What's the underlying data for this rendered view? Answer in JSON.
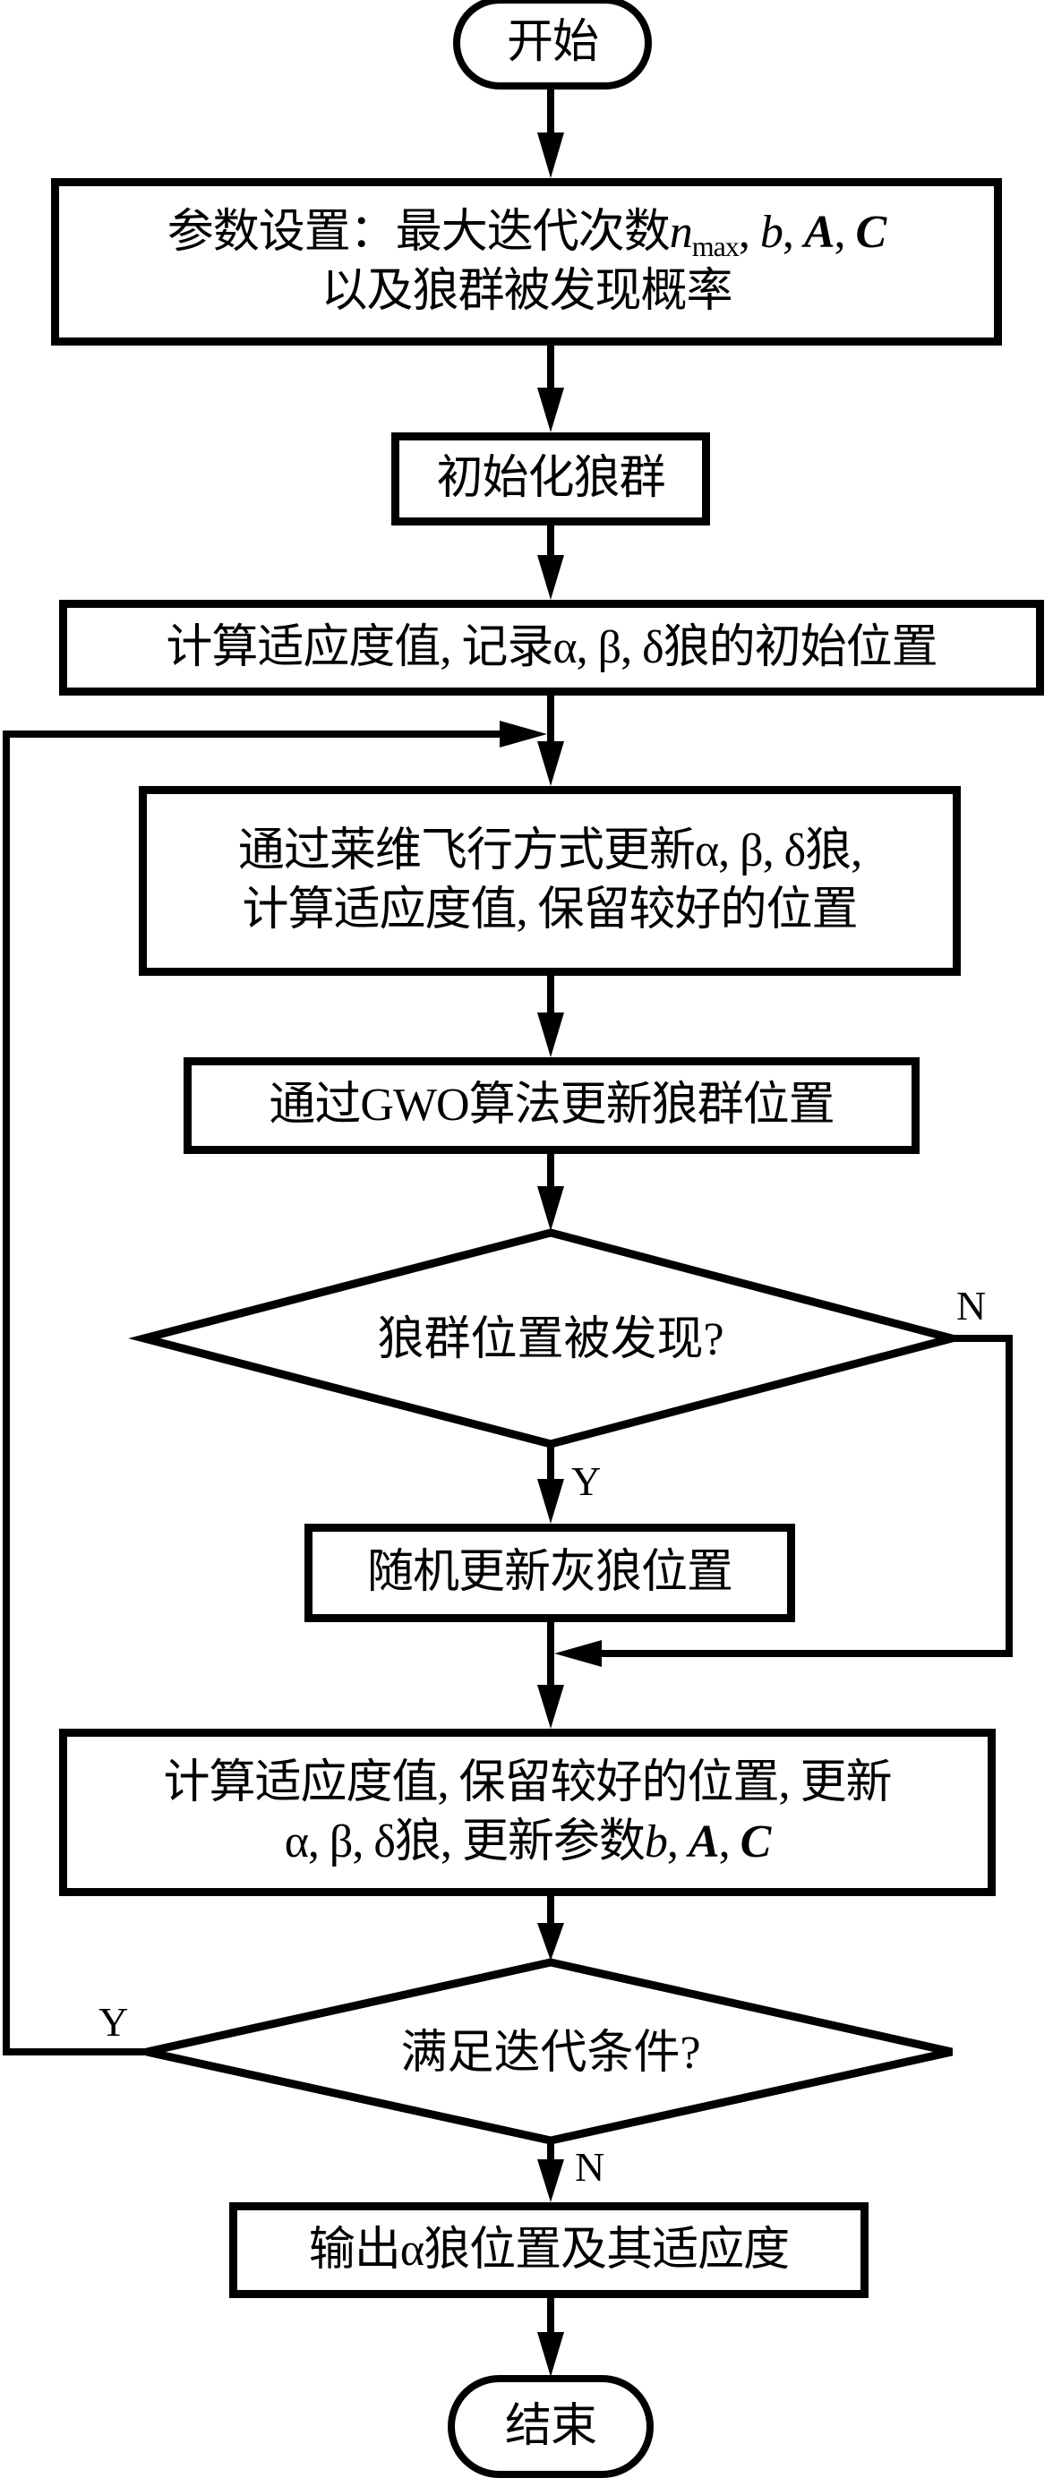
{
  "title": "Improved grey wolf optimizer flowchart",
  "nodes": {
    "start": {
      "label": "开始"
    },
    "params": {
      "line1_prefix": "参数设置：最大迭代次数",
      "line1_var_n": "n",
      "line1_sub": "max",
      "line1_sep1": ", ",
      "line1_var_b": "b",
      "line1_sep2": ", ",
      "line1_var_A": "A",
      "line1_sep3": ", ",
      "line1_var_C": "C",
      "line2": "以及狼群被发现概率"
    },
    "init": {
      "label": "初始化狼群"
    },
    "fitness_init": {
      "label": "计算适应度值, 记录α, β, δ狼的初始位置"
    },
    "levy": {
      "line1": "通过莱维飞行方式更新α, β, δ狼,",
      "line2": "计算适应度值, 保留较好的位置"
    },
    "gwo": {
      "label": "通过GWO算法更新狼群位置"
    },
    "decision_found": {
      "label": "狼群位置被发现?",
      "yes_label": "Y",
      "no_label": "N"
    },
    "random_update": {
      "label": "随机更新灰狼位置"
    },
    "fitness_update": {
      "line1": "计算适应度值, 保留较好的位置, 更新",
      "line2_prefix": "α, β, δ狼, 更新参数",
      "line2_var_b": "b",
      "line2_sep1": ", ",
      "line2_var_A": "A",
      "line2_sep2": ", ",
      "line2_var_C": "C"
    },
    "decision_iter": {
      "label": "满足迭代条件?",
      "yes_label": "Y",
      "no_label": "N"
    },
    "output": {
      "label": "输出α狼位置及其适应度"
    },
    "end": {
      "label": "结束"
    }
  }
}
